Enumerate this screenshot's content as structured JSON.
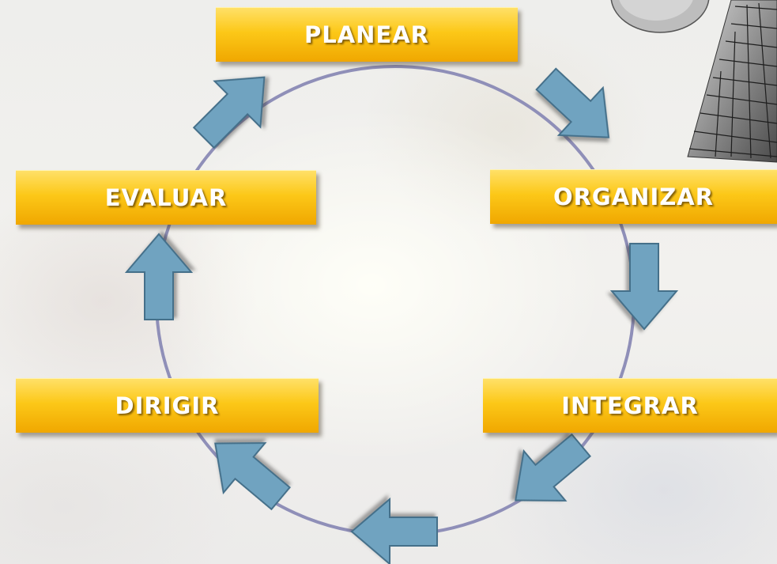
{
  "diagram": {
    "steps": [
      {
        "label": "PLANEAR"
      },
      {
        "label": "ORGANIZAR"
      },
      {
        "label": "INTEGRAR"
      },
      {
        "label": "DIRIGIR"
      },
      {
        "label": "EVALUAR"
      }
    ]
  },
  "colors": {
    "box_top": "#ffe067",
    "box_bottom": "#f0a700",
    "arrow_fill": "#6fa3c0",
    "arrow_stroke": "#44708a",
    "ring": "#8f8fb8"
  },
  "icons": {
    "corner_decoration": "brush-icon"
  }
}
